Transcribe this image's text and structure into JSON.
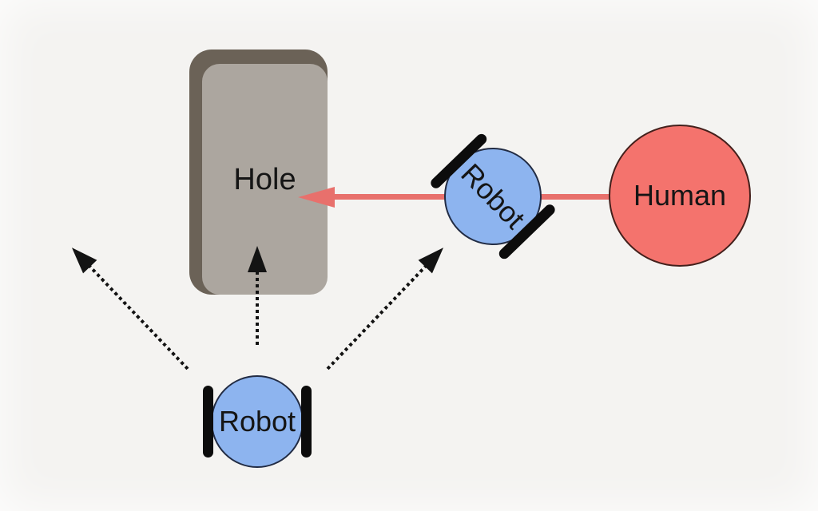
{
  "figure": {
    "hole": {
      "label": "Hole"
    },
    "robot_guided": {
      "label": "Robot"
    },
    "robot_planning": {
      "label": "Robot"
    },
    "human": {
      "label": "Human"
    }
  },
  "colors": {
    "background": "#f4f3f1",
    "hole-outer": "#6b6257",
    "hole-inner": "#aca69f",
    "robot-fill": "#8db4ef",
    "robot-border": "#222c44",
    "wheel": "#0c0c0c",
    "human-fill": "#f4736d",
    "human-border": "#43201c",
    "red-arrow": "#e8706c",
    "dotted-arrow": "#131313",
    "text": "#151515"
  }
}
